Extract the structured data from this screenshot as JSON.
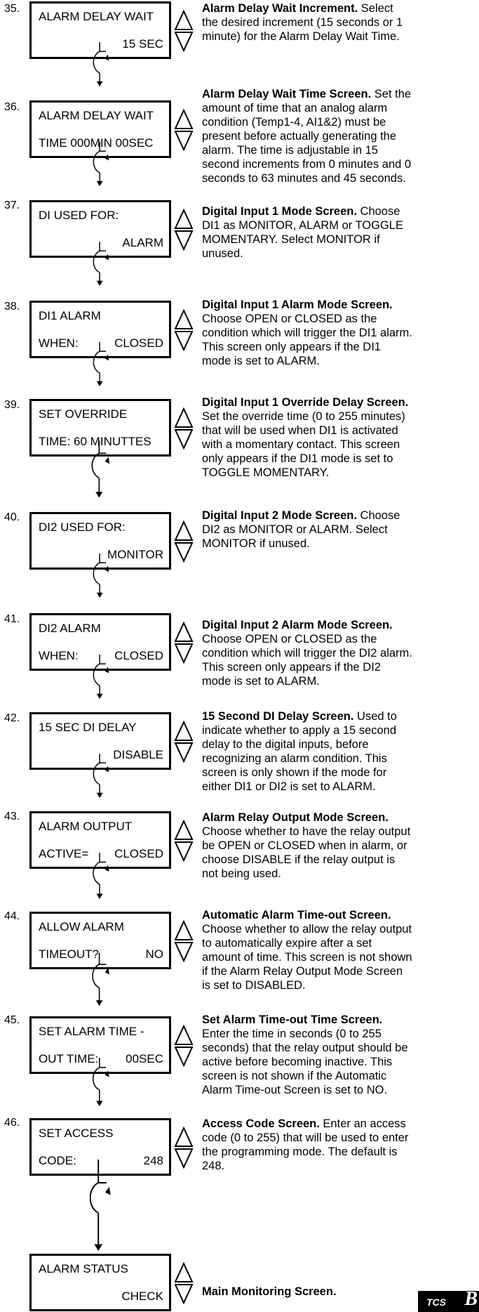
{
  "steps": [
    {
      "num": "35.",
      "line1": "ALARM DELAY WAIT",
      "line2_left": "",
      "line2_right": "15 SEC",
      "title": "Alarm Delay Wait Increment.",
      "body": " Select the desired increment (15 seconds or 1 minute) for the Alarm Delay Wait Time."
    },
    {
      "num": "36.",
      "line1": "ALARM DELAY WAIT",
      "line2_left": "TIME  000MIN  00SEC",
      "line2_right": "",
      "title": "Alarm Delay Wait Time Screen.",
      "body": " Set the amount of time that an analog alarm condition (Temp1-4, AI1&2) must be present before actually generating the alarm. The time is adjustable in 15 second increments from 0 minutes and 0 seconds to 63 minutes and 45 seconds."
    },
    {
      "num": "37.",
      "line1": "DI USED FOR:",
      "line2_left": "",
      "line2_right": "ALARM",
      "title": "Digital Input 1 Mode Screen.",
      "body": " Choose DI1 as MONITOR, ALARM or TOGGLE MOMENTARY. Select MONITOR if unused."
    },
    {
      "num": "38.",
      "line1": "DI1 ALARM",
      "line2_left": "WHEN:",
      "line2_right": "CLOSED",
      "title": "Digital Input 1 Alarm Mode Screen.",
      "body": " Choose OPEN or CLOSED as the condition which will trigger the DI1 alarm. This screen only appears if the DI1 mode is set to ALARM."
    },
    {
      "num": "39.",
      "line1": "SET OVERRIDE",
      "line2_left": "TIME:  60  MINUTTES",
      "line2_right": "",
      "title": "Digital Input 1 Override Delay Screen.",
      "body": " Set the override time (0 to 255 minutes) that will be used when DI1 is activated with a momentary contact. This screen only appears if the DI1 mode is set to TOGGLE MOMENTARY."
    },
    {
      "num": "40.",
      "line1": "DI2 USED FOR:",
      "line2_left": "",
      "line2_right": "MONITOR",
      "title": "Digital Input 2 Mode Screen.",
      "body": " Choose DI2 as MONITOR or ALARM. Select MONITOR if unused."
    },
    {
      "num": "41.",
      "line1": "DI2 ALARM",
      "line2_left": "WHEN:",
      "line2_right": "CLOSED",
      "title": "Digital Input 2 Alarm Mode Screen.",
      "body": " Choose OPEN or CLOSED as the condition which will trigger the DI2 alarm. This screen only appears if the DI2 mode is set to ALARM."
    },
    {
      "num": "42.",
      "line1": "15 SEC DI DELAY",
      "line2_left": "",
      "line2_right": "DISABLE",
      "title": "15 Second DI Delay Screen.",
      "body": " Used to indicate whether to apply a 15 second delay to the digital inputs, before recognizing an alarm condition. This screen is only shown if the mode for either DI1 or DI2 is set to ALARM."
    },
    {
      "num": "43.",
      "line1": "ALARM OUTPUT",
      "line2_left": "ACTIVE=",
      "line2_right": "CLOSED",
      "title": "Alarm Relay Output Mode Screen.",
      "body": " Choose whether to have the relay output be OPEN or CLOSED when in alarm, or choose DISABLE if the relay output is not being used."
    },
    {
      "num": "44.",
      "line1": "ALLOW ALARM",
      "line2_left": "TIMEOUT?",
      "line2_right": "NO",
      "title": "Automatic Alarm Time-out Screen.",
      "body": " Choose whether to allow the relay output to automatically expire after a set amount of time. This screen is not shown if the Alarm Relay Output Mode Screen is set to DISABLED."
    },
    {
      "num": "45.",
      "line1": "SET ALARM TIME -",
      "line2_left": "OUT TIME:",
      "line2_right": "00SEC",
      "title": "Set Alarm Time-out Time Screen.",
      "body": " Enter the time in seconds (0 to 255 seconds) that the relay output should be active before becoming inactive. This screen is not shown if the Automatic Alarm Time-out Screen is set to NO."
    },
    {
      "num": "46.",
      "line1": "SET ACCESS",
      "line2_left": "CODE:",
      "line2_right": "248",
      "title": "Access Code Screen.",
      "body": " Enter an access code (0 to 255) that will be used to enter the programming mode. The default is 248."
    },
    {
      "num": "",
      "line1": "ALARM STATUS",
      "line2_left": "",
      "line2_right": "CHECK",
      "title": "Main Monitoring Screen.",
      "body": ""
    }
  ],
  "logo": {
    "text": "TCS",
    "mark": "B"
  },
  "icons": {
    "arrow": "up-down-arrows-icon",
    "loop": "loop-arrow-icon"
  }
}
